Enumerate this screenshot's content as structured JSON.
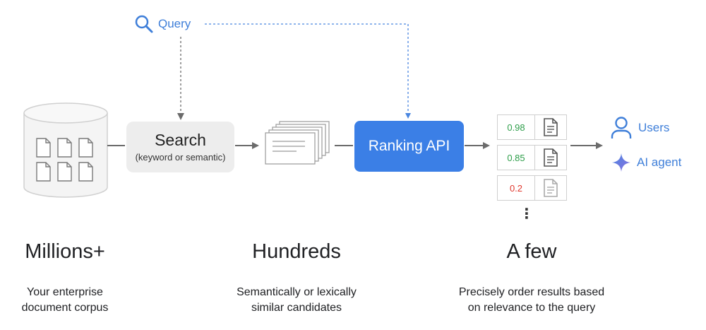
{
  "query": {
    "label": "Query",
    "icon": "search-icon"
  },
  "search": {
    "title": "Search",
    "subtitle": "(keyword or semantic)"
  },
  "ranking": {
    "label": "Ranking API"
  },
  "results": [
    {
      "score": "0.98",
      "color": "#2e9e4a"
    },
    {
      "score": "0.85",
      "color": "#2e9e4a"
    },
    {
      "score": "0.2",
      "color": "#e0382e"
    }
  ],
  "more_indicator": "⋮",
  "targets": [
    {
      "label": "Users",
      "icon": "user-icon"
    },
    {
      "label": "AI agent",
      "icon": "sparkle-icon"
    }
  ],
  "stages": [
    {
      "title": "Millions+",
      "caption_line1": "Your enterprise",
      "caption_line2": "document corpus"
    },
    {
      "title": "Hundreds",
      "caption_line1": "Semantically or lexically",
      "caption_line2": "similar candidates"
    },
    {
      "title": "A few",
      "caption_line1": "Precisely order results based",
      "caption_line2": "on relevance to the query"
    }
  ],
  "colors": {
    "accent": "#3b7fe6",
    "link_blue": "#3f7fd9",
    "good": "#2e9e4a",
    "bad": "#e0382e"
  }
}
